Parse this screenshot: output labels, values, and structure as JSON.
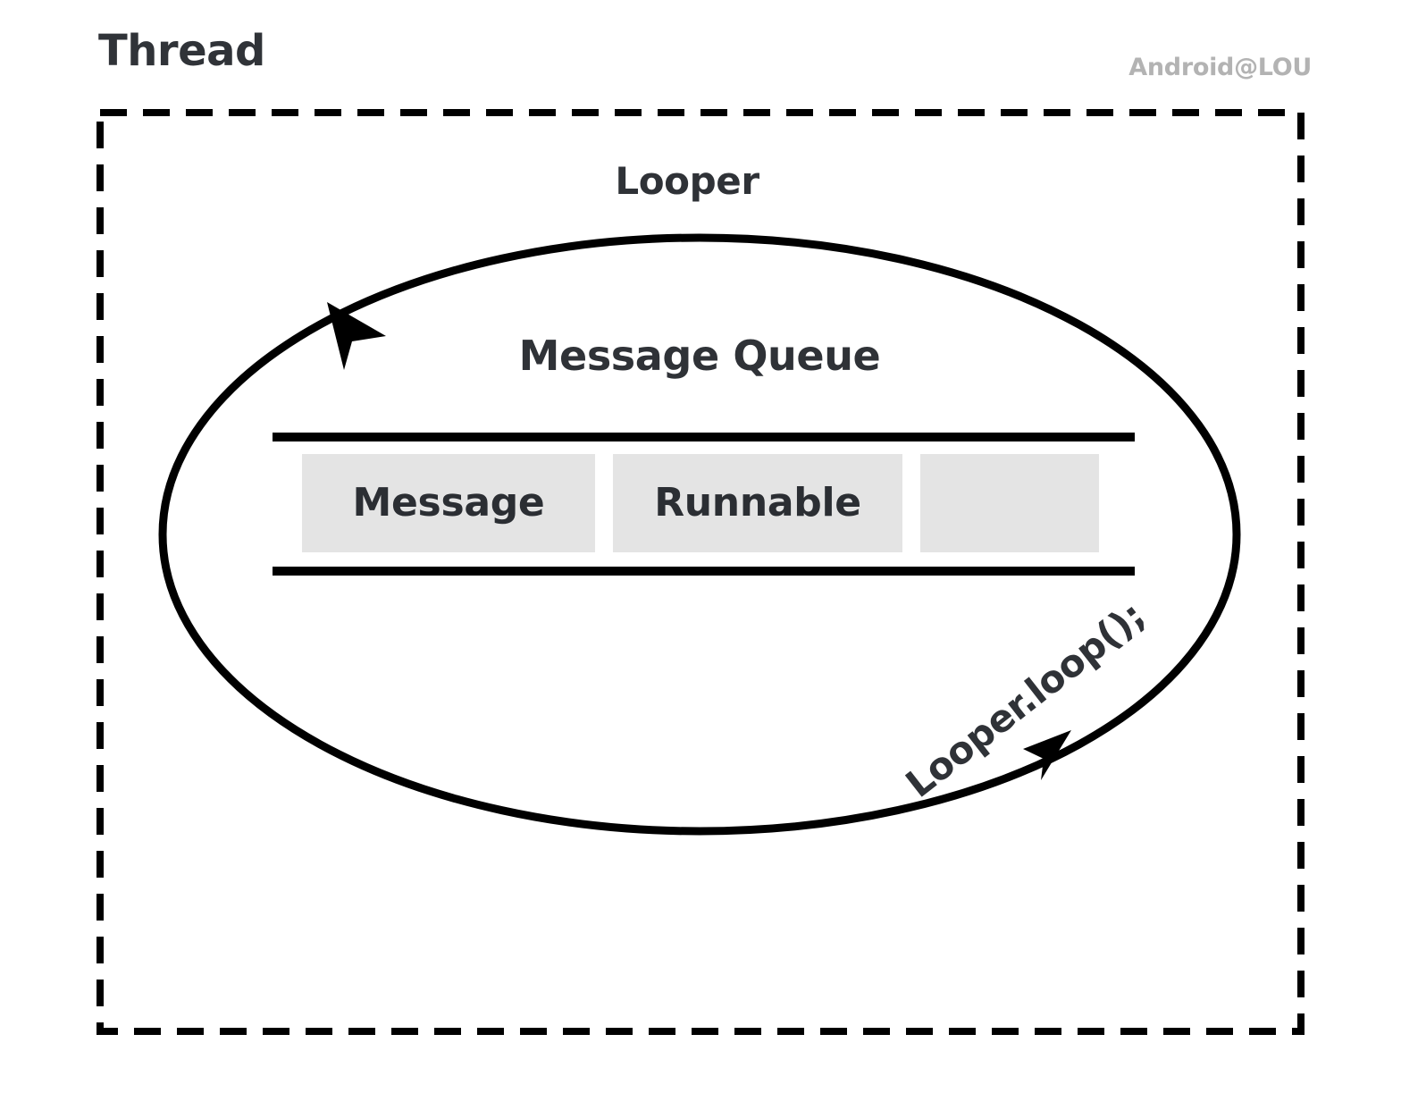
{
  "diagram": {
    "title": "Thread",
    "watermark": "Android@LOU",
    "colors": {
      "title_text": "#303338",
      "watermark_text": "#b3b3b3",
      "stroke": "#000000",
      "slot_fill": "#e4e4e4",
      "slot_text": "#2b2e33",
      "background": "#ffffff"
    },
    "thread_boundary": {
      "style": "dashed",
      "name": "thread-dashed-boundary"
    },
    "looper": {
      "label": "Looper",
      "loop_call_label": "Looper.loop();",
      "arrows": [
        {
          "name": "loop-arrowhead-upper-left",
          "direction": "counter-clockwise"
        },
        {
          "name": "loop-arrowhead-lower-right",
          "direction": "counter-clockwise"
        }
      ]
    },
    "message_queue": {
      "label": "Message Queue",
      "slots": [
        {
          "label": "Message",
          "empty": false
        },
        {
          "label": "Runnable",
          "empty": false
        },
        {
          "label": "",
          "empty": true
        }
      ]
    }
  }
}
